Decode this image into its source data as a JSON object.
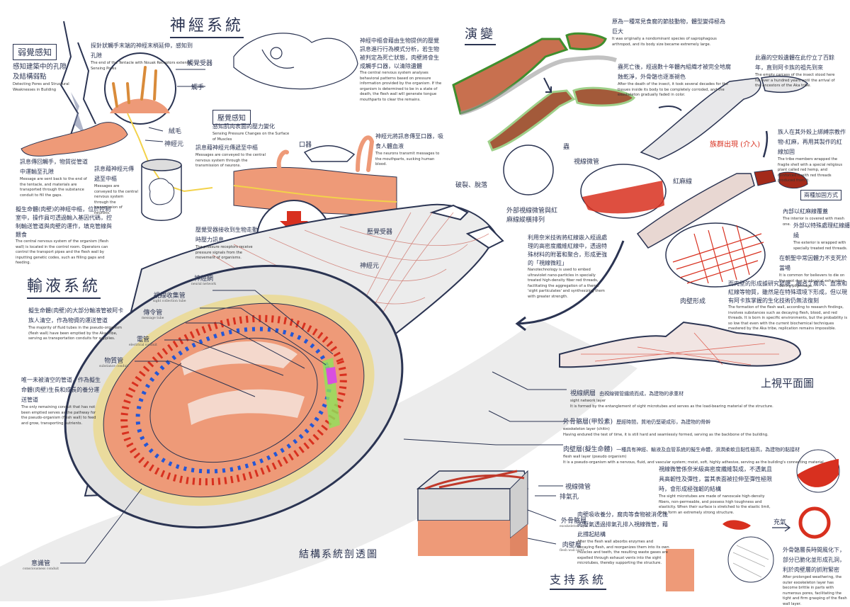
{
  "sections": {
    "nervous": {
      "title": "神經系統",
      "weak_perception": {
        "tag": "弱覺感知",
        "zh": "感知建築中的孔隙及結構弱點",
        "en": "Detecting Pores and Structural Weaknesses in Building"
      },
      "note1": {
        "zh": "探針狀觸手末端的神經末梢延伸，感知到孔隙",
        "en": "The end of the Tentacle with Nouak Receptors extends, Sensing Pores"
      },
      "labels": {
        "receptor": "觸覺受器",
        "tentacle": "觸手",
        "hair": "絨毛",
        "nerve": "神經元"
      },
      "note2": {
        "zh": "訊息傳回觸手，物質從管道中運輸至孔隙",
        "en": "Message are sent back to the end of the tentacle, and materials are transported through the substance conduit to fill the gaps."
      },
      "note3": {
        "zh": "訊息藉神經元傳遞至中樞",
        "en": "Messages are conveyed to the central nervous system through the transmission of neurons."
      },
      "note4": {
        "zh": "擬生命體(肉壁)的神經中樞，位於控制室中，操作員可透過輸入基因代碼，控制輸送管道與肉壁的運作，填充管線與餵食",
        "en": "The central nervous system of the organism (flesh wall) is located in the control room. Operators can control the transport pipes and the flesh wall by inputting genetic codes, such as filling gaps and feeding."
      },
      "note5": {
        "zh": "神經中樞會藉由生物提供的壓覺訊息進行行為模式分析，若生物被判定為死亡狀態，肉壁將會生成觸手口器，以清除遺體",
        "en": "The central nervous system analyses behavioral patterns based on pressure information provided by the organism. If the organism is determined to be in a state of death, the flesh wall will generate tongue mouthparts to clear the remains."
      },
      "pressure": {
        "tag": "壓覺感知",
        "zh": "感知肌肉表面的壓力變化",
        "en": "Sensing Pressure Changes on the Surface of Muscles"
      },
      "note6": {
        "zh": "訊息藉神經元傳遞至中樞",
        "en": "Messages are conveyed to the central nervous system through the transmission of neurons."
      },
      "mouthpart_label": "口器",
      "note7": {
        "zh": "神經元將訊息傳至口器，吸食人體血液",
        "en": "The neurons transmit messages to the mouthparts, sucking human blood."
      },
      "note8": {
        "zh": "壓覺受器接收到生物走動時壓力訊息",
        "en": "The pressure receptors receive pressure signals from the movement of organisms."
      },
      "pressure_receptor_label": "壓覺受器",
      "neuron_label": "神經元"
    },
    "evolution": {
      "title": "演變",
      "note1": {
        "zh": "原為一種常見食腐的節肢動物，體型變得極為巨大",
        "en": "It was originally a nondominant species of saprophagous arthropod, and its body size became extremely large."
      },
      "note2": {
        "zh": "蟲死亡後，經過數十年體內組織才被完全地腐蝕乾淨，外骨骼也逐漸褪色",
        "en": "After the death of the insect, it took several decades for the tissues inside its body to be completely corroded, and the exoskeleton gradually faded in color."
      },
      "note3": {
        "zh": "此蟲的空殼遺體在此佇立了百餘年，直到阿卡族的祖先到來",
        "en": "The empty carcass of the insect stood here for over a hundred years until the arrival of the ancestors of the Aka tribe."
      },
      "tribe_label": "族群出現 (介入)",
      "note4": {
        "zh": "族人在其外殼上綁縛宗教作物-紅麻，再用其製作的紅線加固",
        "en": "The tribe members wrapped the fragile shell with a special religious plant called red hemp, and reinforced it with red threads produced from it."
      },
      "labels": {
        "bug": "蟲",
        "crack": "破裂、脫落",
        "sight_tube": "視線微管",
        "red_hemp": "紅麻線",
        "wrap": "外部視線微管與紅麻線縱橫排列"
      },
      "reinforce_tag": "兩種加固方式",
      "reinforce1": {
        "zh": "內部以紅麻線覆蓋",
        "en": "The interior is covered with mesh one."
      },
      "reinforce2": {
        "zh": "外部以特殊處理紅線纏繞",
        "en": "The exterior is wrapped with specially treated red threads."
      },
      "note5": {
        "zh": "利用奈米技術將紅線嵌入經過處理的高密度纖維紅線中，透過特殊材料的附著和聚合，形成更強的「視線微粒」",
        "en": "Nanotechnology is used to embed ultraviolet nano-particles in specially treated high-density fiber red threads, facilitating the aggregation of a theme 'sight particulates' and synthesizing them with greater strength."
      },
      "note6": {
        "zh": "在朝聖中常因體力不支死於當場",
        "en": "It is common for believers to die on the spot due to physical exhaustion during pilgrimage."
      },
      "note7": {
        "zh": "而肉壁的形成據研究發現，融合了腐肉、血液和紅線等物質，雖然是在特殊環境下形成，但以現有阿卡族掌握的生化技術仍無法復刻",
        "en": "The formation of the flesh wall, according to research findings, involves substances such as decaying flesh, blood, and red threads. It is born in specific environments, but the probability is so low that even with the current biochemical techniques mastered by the Aka tribe, replication remains impossible."
      },
      "flesh_label": "肉壁形成",
      "plan_title": "上視平面圖"
    },
    "transport": {
      "title": "輸液系統",
      "note1": {
        "zh": "擬生命體(肉壁)的大部分輸液管被阿卡族人清空，作為物資的運送管道",
        "en": "The majority of fluid tubes in the pseudo-organism (flesh wall) have been emptied by the Aka tribe, serving as transportation conduits for supplies."
      },
      "note2": {
        "zh": "唯一未被清空的管道，作為擬生命體(肉壁)生長和成長的養分運送管道",
        "en": "The only remaining conduit that has not been emptied serves as the pathway for the pseudo-organism (flesh wall) to feed and grow, transporting nutrients."
      },
      "labels": [
        {
          "zh": "神經網",
          "en": "neural network"
        },
        {
          "zh": "視線收集管",
          "en": "sight collection tube"
        },
        {
          "zh": "傳令管",
          "en": "message tube"
        },
        {
          "zh": "電管",
          "en": "electrical conduit"
        },
        {
          "zh": "物質管",
          "en": "substance conduit"
        },
        {
          "zh": "意識管",
          "en": "consciousness conduit"
        }
      ],
      "section_title": "結構系統剖透圖"
    },
    "layers": [
      {
        "zh": "視線網層",
        "en": "sight network layer",
        "desc_zh": "由視線微管纏繞而成，為建物的承重材",
        "desc_en": "It is formed by the entanglement of sight microtubes and serves as the load-bearing material of the structure."
      },
      {
        "zh": "外骨骼層(甲殼素)",
        "en": "exoskeleton layer (chitin)",
        "desc_zh": "歷經時間，質地仍堅硬成形，為建物的骨幹",
        "desc_en": "Having endured the test of time, it is still hard and seamlessly formed, serving as the backbone of the building."
      },
      {
        "zh": "肉壁層(擬生命體)",
        "en": "flesh wall layer (pseudo organism)",
        "desc_zh": "一種具有神經、輸液及血管系統的擬生命體，濕潤柔軟且黏性極高，為建物的黏接材",
        "desc_en": "It is a pseudo-organism with a nervous, fluid, and vascular system; moist, soft, highly adhesive, serving as the building's connecting material."
      }
    ],
    "support": {
      "title": "支持系統",
      "labels": {
        "sight_tube": "視線微管",
        "vent": "排氣孔",
        "exo": "外骨骼層",
        "exo_en": "exoskeleton layer",
        "flesh": "肉壁層",
        "flesh_en": "flesh wall layer",
        "expand": "充氣"
      },
      "note1": {
        "zh": "視線微管係奈米級高密度纖維製成，不透氣且具高韌性及彈性，當其表面被拉伸至彈性極限時，會形成極強韌的結構",
        "en": "The sight microtubes are made of nanoscale high-density fibers, non-permeable, and possess high toughness and elasticity. When their surface is stretched to the elastic limit, they form an extremely strong structure."
      },
      "note2": {
        "zh": "肉壁吸收養分，腐肉等食物被消化後的廢氣透過排氣孔排入視線微管，藉此撐起結構",
        "en": "After the flesh wall absorbs enzymes and decaying flesh, and reorganizes them into its own muscles and teeth, the resulting waste gases are expelled through exhaust vents into the sight microtubes, thereby supporting the structure."
      },
      "note3": {
        "zh": "外骨骼層長時間風化下，部分已脆化並形成孔洞，利於肉壁層的抓附緊密",
        "en": "After prolonged weathering, the outer exoskeleton layer has become brittle in parts with numerous pores, facilitating the tight and firm grasping of the flesh wall layer."
      }
    }
  },
  "colors": {
    "ink": "#2b3452",
    "flesh": "#ee9a78",
    "red": "#d8301f",
    "nerve": "#f3d24a",
    "shell": "#cfd2d8",
    "green": "#3f8f2e",
    "blue": "#2457d6",
    "magenta": "#d94fe0"
  }
}
